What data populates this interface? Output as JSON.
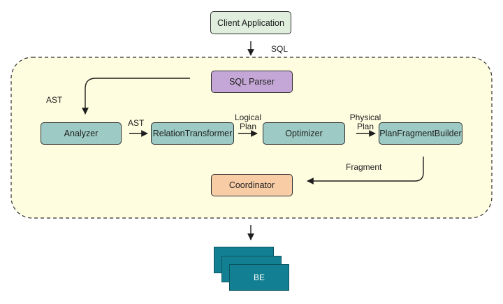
{
  "colors": {
    "client": "#dfeedd",
    "parser": "#c4a7d6",
    "stage": "#9dcac4",
    "coordinator": "#f8cda6",
    "container_fill": "#fffde0",
    "be": "#127f92"
  },
  "nodes": {
    "client": "Client Application",
    "parser": "SQL Parser",
    "analyzer": "Analyzer",
    "relation": "RelationTransformer",
    "optimizer": "Optimizer",
    "builder": "PlanFragmentBuilder",
    "coordinator": "Coordinator",
    "be": "BE"
  },
  "edges": {
    "sql": "SQL",
    "ast_parser_analyzer": "AST",
    "ast_analyzer_relation": "AST",
    "logical_plan_1": "Logical",
    "logical_plan_2": "Plan",
    "physical_plan_1": "Physical",
    "physical_plan_2": "Plan",
    "fragment": "Fragment"
  }
}
